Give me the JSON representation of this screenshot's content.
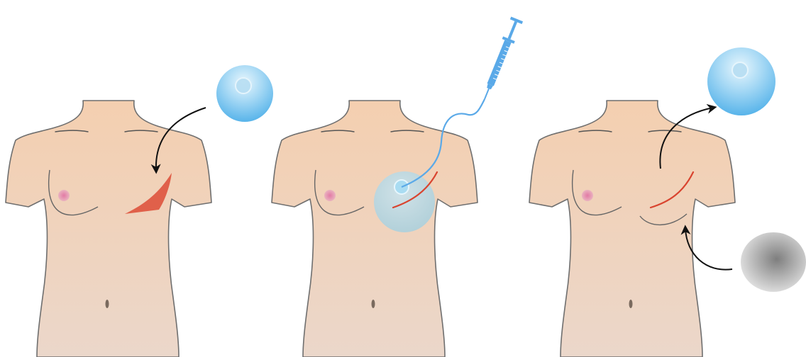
{
  "figure": {
    "panels": [
      {
        "step": "incision-and-expander-placement"
      },
      {
        "step": "saline-injection-expansion"
      },
      {
        "step": "expander-exchange-for-implant"
      }
    ],
    "colors": {
      "skin_top": "#f4cfb0",
      "skin_bottom": "#ebd6c8",
      "outline": "#6f6f6f",
      "nipple": "#d4729a",
      "incision": "#d9442f",
      "incision_fill": "#e0604a",
      "expander_light": "#e6f5fc",
      "expander_dark": "#5cb7ea",
      "syringe": "#5aa9e8",
      "implant_gray": "#8f8f8f",
      "arrow": "#111111"
    }
  }
}
